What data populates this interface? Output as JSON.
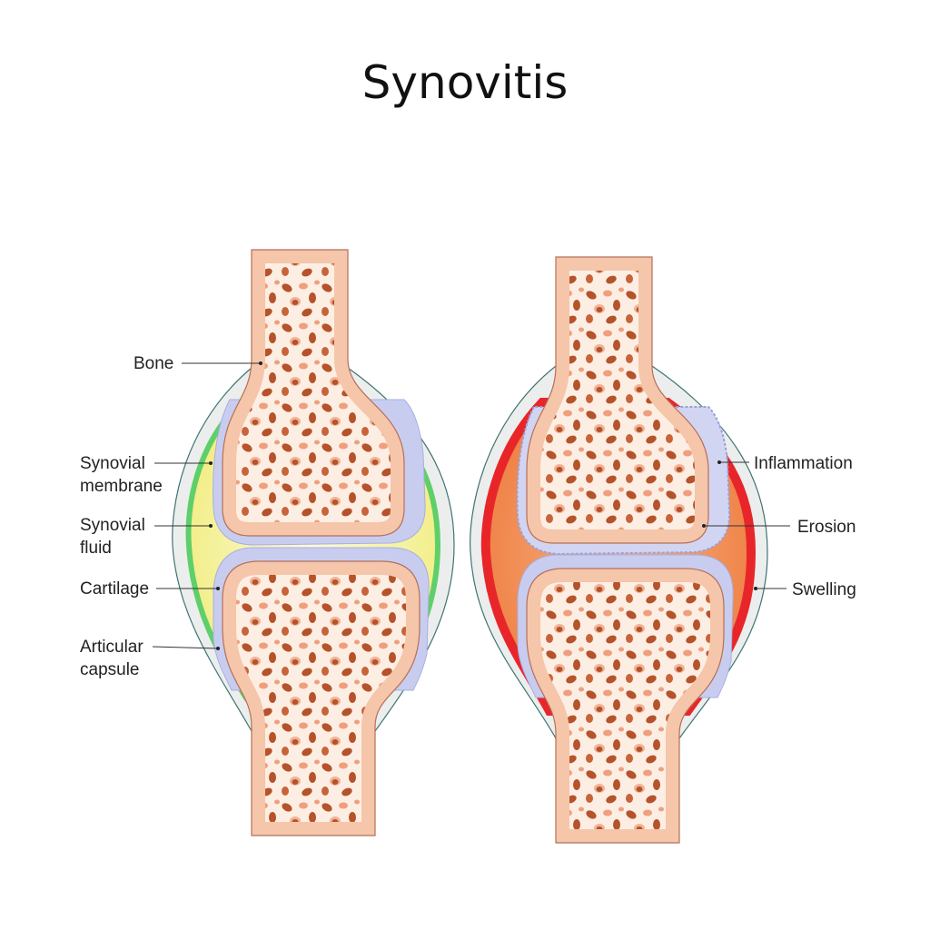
{
  "title": "Synovitis",
  "labels_left": {
    "bone": "Bone",
    "synovial_membrane": [
      "Synovial",
      "membrane"
    ],
    "synovial_fluid": [
      "Synovial",
      "fluid"
    ],
    "cartilage": "Cartilage",
    "articular_capsule": [
      "Articular",
      "capsule"
    ]
  },
  "labels_right": {
    "inflammation": "Inflammation",
    "erosion": "Erosion",
    "swelling": "Swelling"
  },
  "colors": {
    "bone_cortex": "#f5c6aa",
    "bone_pores": "#b5532a",
    "cartilage": "#c8cdf0",
    "healthy_fluid": "#f3ef8e",
    "healthy_membrane": "#5fcf6a",
    "inflamed_membrane": "#e8262a",
    "inflamed_fluid": "#f08a50",
    "capsule": "#eceeee"
  }
}
